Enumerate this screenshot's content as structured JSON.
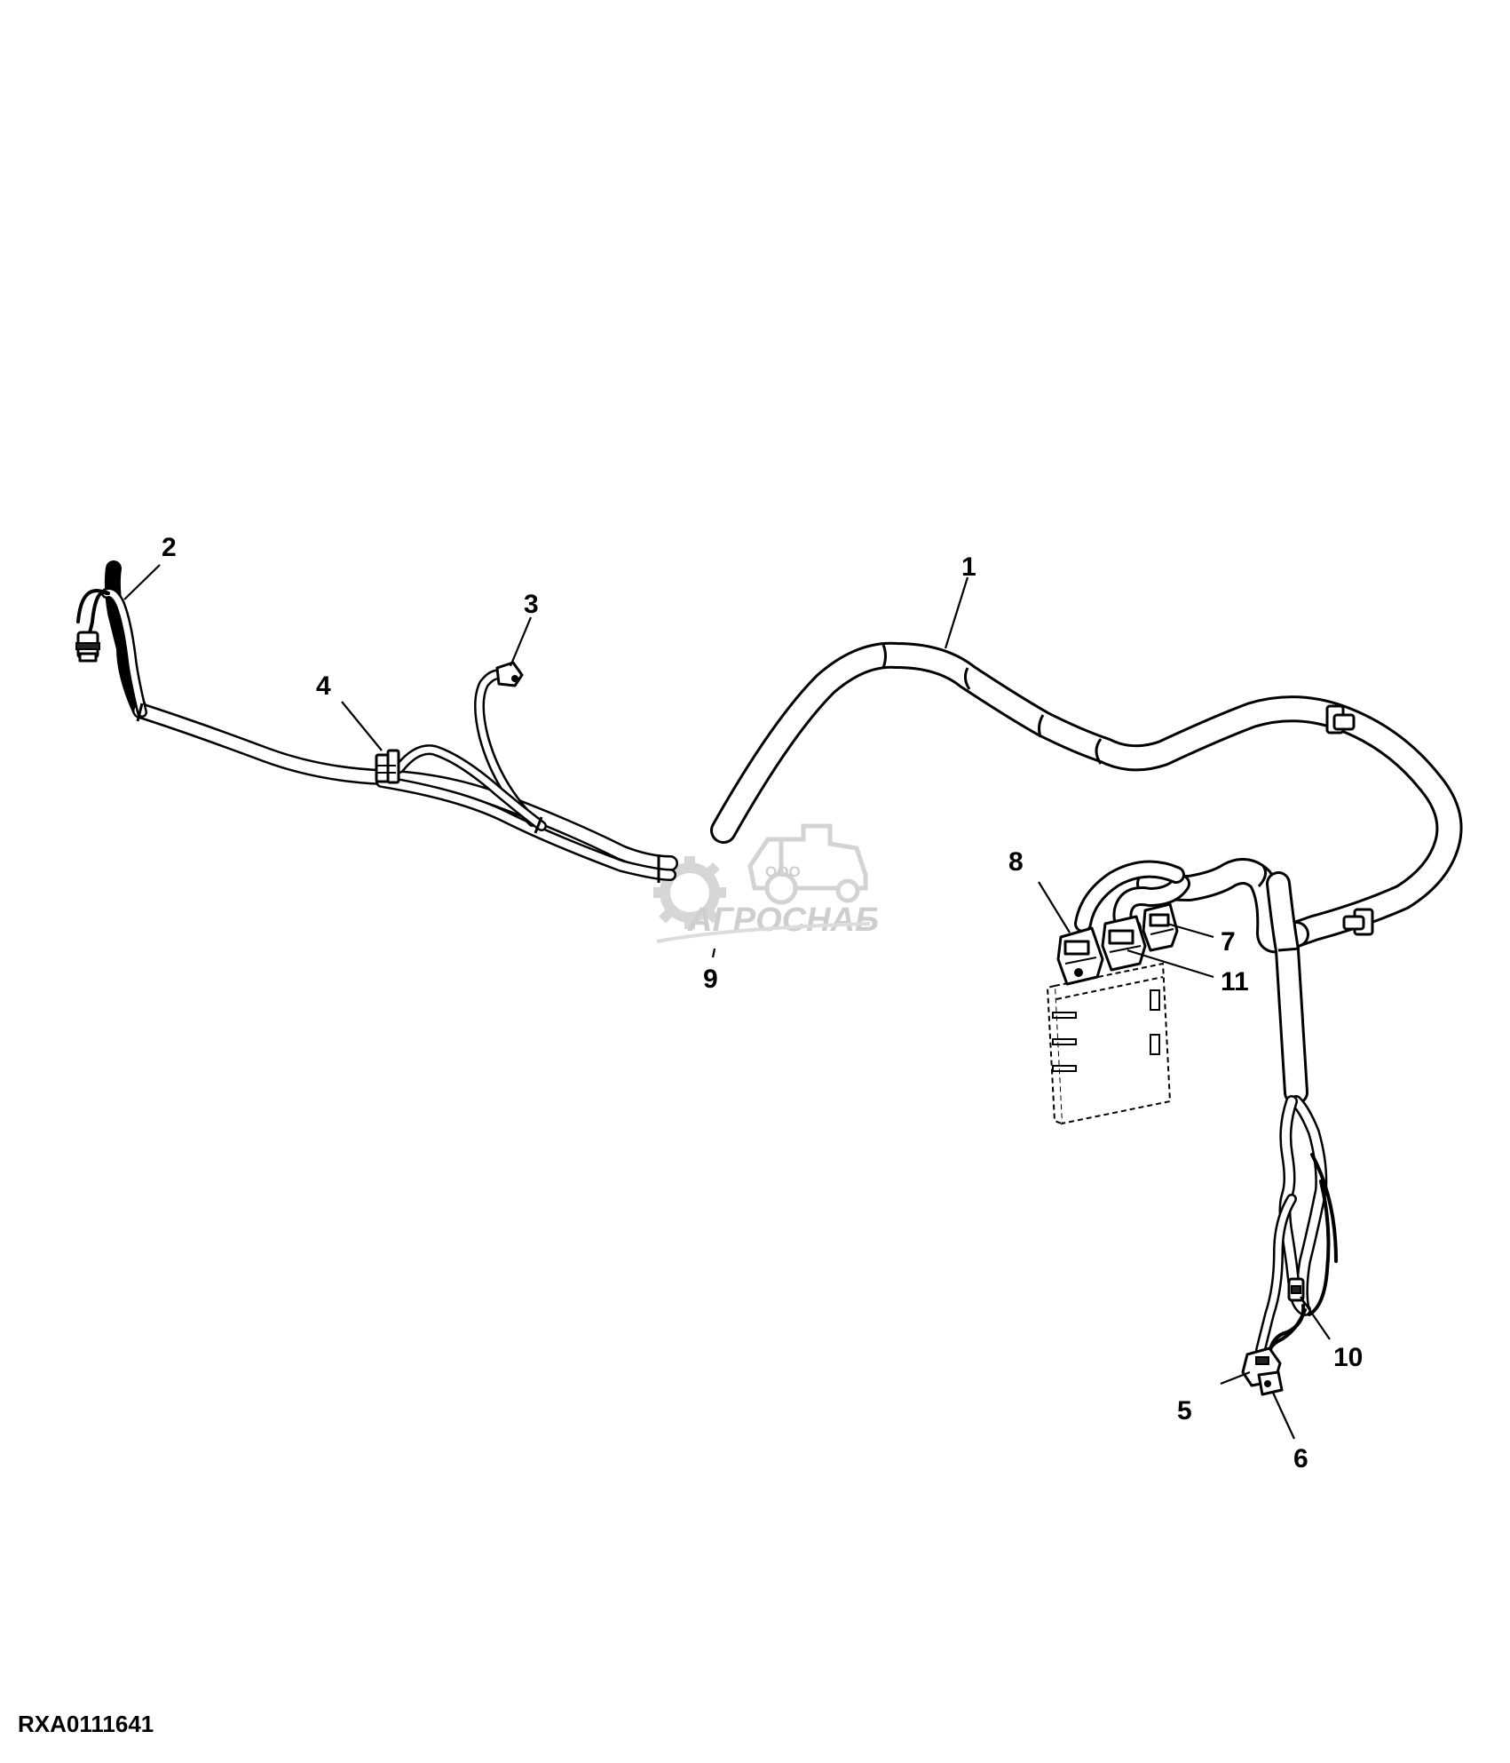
{
  "figure_id": "RXA0111641",
  "watermark": {
    "small_text": "ООО",
    "brand_text": "АГРОСНАБ"
  },
  "callouts": [
    {
      "id": "1",
      "label": "1"
    },
    {
      "id": "2",
      "label": "2"
    },
    {
      "id": "3",
      "label": "3"
    },
    {
      "id": "4",
      "label": "4"
    },
    {
      "id": "5",
      "label": "5"
    },
    {
      "id": "6",
      "label": "6"
    },
    {
      "id": "7",
      "label": "7"
    },
    {
      "id": "8",
      "label": "8"
    },
    {
      "id": "9",
      "label": "9"
    },
    {
      "id": "10",
      "label": "10"
    },
    {
      "id": "11",
      "label": "11"
    }
  ],
  "colors": {
    "line": "#000000",
    "background": "#ffffff",
    "watermark": "#c9c9c9"
  }
}
